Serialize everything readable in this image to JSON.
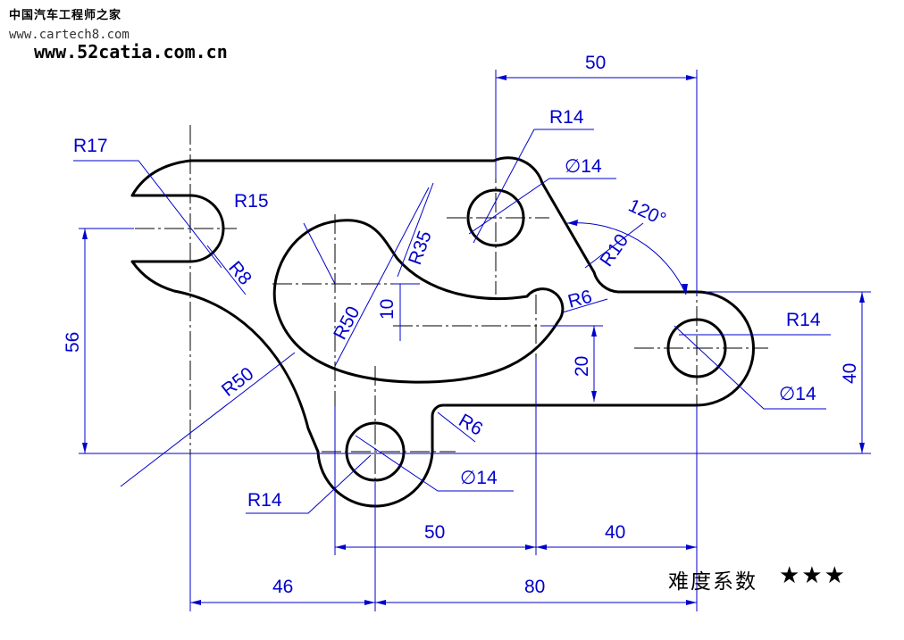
{
  "watermarks": {
    "site_cn": "中国汽车工程师之家",
    "site_url": "www.cartech8.com",
    "site_url2": "www.52catia.com.cn"
  },
  "dimensions": {
    "top_50": "50",
    "r14_top": "R14",
    "dia14_top": "∅14",
    "r17": "R17",
    "r15": "R15",
    "r35": "R35",
    "angle_120": "120°",
    "r10": "R10",
    "r8": "R8",
    "d10": "10",
    "r6_mid": "R6",
    "r14_right": "R14",
    "d56": "56",
    "r50_inner": "R50",
    "d20": "20",
    "d40_right": "40",
    "dia14_right": "∅14",
    "r50_outer": "R50",
    "r6_low": "R6",
    "dia14_bottom": "∅14",
    "r14_bottom": "R14",
    "d50_bottom": "50",
    "d40_bottom": "40",
    "d46": "46",
    "d80": "80"
  },
  "footer": {
    "difficulty_label": "难度系数",
    "stars": "★★★"
  },
  "colors": {
    "outline": "#000000",
    "dimension": "#0000cc",
    "center_line": "#000000"
  }
}
